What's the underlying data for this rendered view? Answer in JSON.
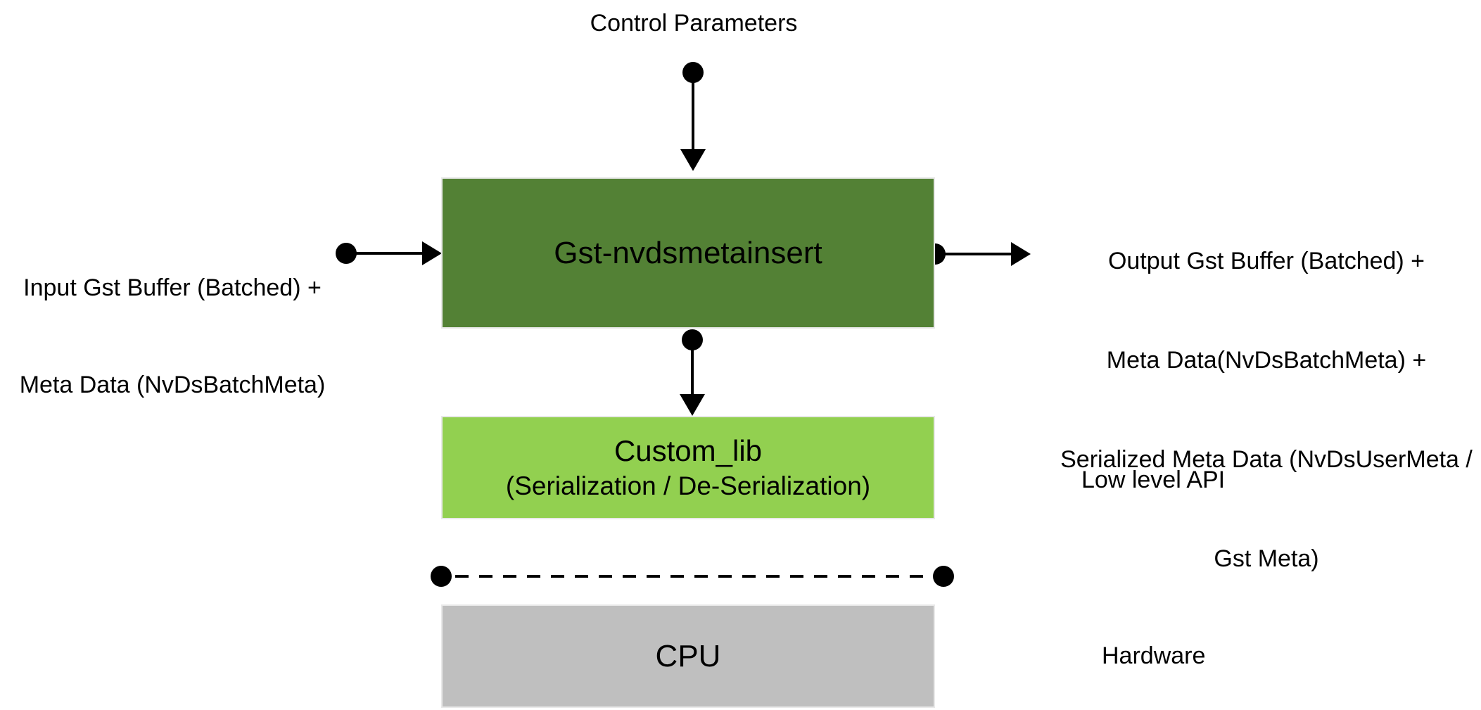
{
  "diagram": {
    "control_parameters_label": "Control Parameters",
    "input_label": {
      "lines": [
        "Input Gst Buffer (Batched) +",
        "Meta Data (NvDsBatchMeta)"
      ]
    },
    "main_box": {
      "label": "Gst-nvdsmetainsert",
      "color": "#538135"
    },
    "output_label": {
      "lines": [
        "Output Gst Buffer (Batched) +",
        "Meta Data(NvDsBatchMeta) +",
        "Serialized Meta Data (NvDsUserMeta /",
        "Gst Meta)"
      ]
    },
    "custom_lib_box": {
      "title": "Custom_lib",
      "subtitle": "(Serialization / De-Serialization)",
      "color": "#92D050"
    },
    "low_level_api_label": "Low level API",
    "cpu_box": {
      "label": "CPU",
      "color": "#BFBFBF"
    },
    "hardware_label": "Hardware",
    "connector_color": "#000000"
  }
}
